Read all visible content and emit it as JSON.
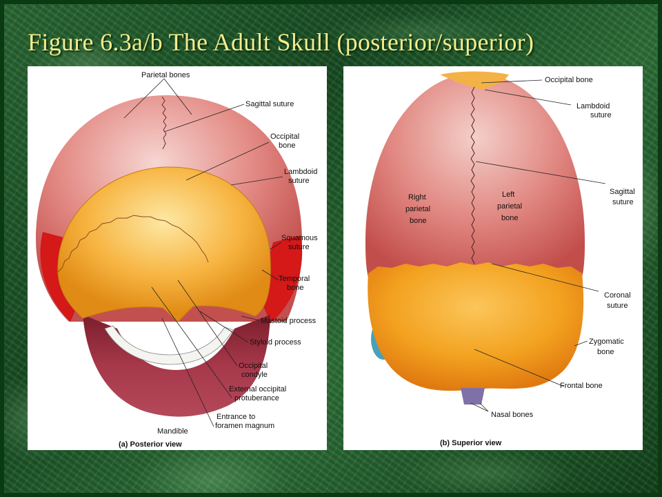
{
  "title": "Figure 6.3a/b  The Adult Skull (posterior/superior)",
  "colors": {
    "background": "#1f5a29",
    "title": "#f4ec8c",
    "parietal": "#d96e6b",
    "occipital": "#f2a52a",
    "frontal": "#f3a220",
    "temporal": "#d81a1a",
    "mandible": "#9c2a3a",
    "zygomatic": "#4aa0b8",
    "nasal": "#8070a8"
  },
  "panel_a": {
    "caption": "(a) Posterior view",
    "labels": {
      "parietal_bones": "Parietal bones",
      "sagittal_suture": "Sagittal suture",
      "occipital_bone_1": "Occipital",
      "occipital_bone_2": "bone",
      "lambdoid_suture_1": "Lambdoid",
      "lambdoid_suture_2": "suture",
      "squamous_suture_1": "Squamous",
      "squamous_suture_2": "suture",
      "temporal_bone_1": "Temporal",
      "temporal_bone_2": "bone",
      "mastoid_process": "Mastoid process",
      "styloid_process": "Styloid process",
      "occipital_condyle_1": "Occipital",
      "occipital_condyle_2": "condyle",
      "ext_occ_protuberance_1": "External occipital",
      "ext_occ_protuberance_2": "protuberance",
      "foramen_magnum_1": "Entrance to",
      "foramen_magnum_2": "foramen magnum",
      "mandible": "Mandible"
    }
  },
  "panel_b": {
    "caption": "(b) Superior view",
    "labels": {
      "occipital_bone": "Occipital bone",
      "lambdoid_suture_1": "Lambdoid",
      "lambdoid_suture_2": "suture",
      "right_parietal_1": "Right",
      "right_parietal_2": "parietal",
      "right_parietal_3": "bone",
      "left_parietal_1": "Left",
      "left_parietal_2": "parietal",
      "left_parietal_3": "bone",
      "sagittal_suture_1": "Sagittal",
      "sagittal_suture_2": "suture",
      "coronal_suture_1": "Coronal",
      "coronal_suture_2": "suture",
      "zygomatic_bone_1": "Zygomatic",
      "zygomatic_bone_2": "bone",
      "frontal_bone": "Frontal bone",
      "nasal_bones": "Nasal bones"
    }
  }
}
